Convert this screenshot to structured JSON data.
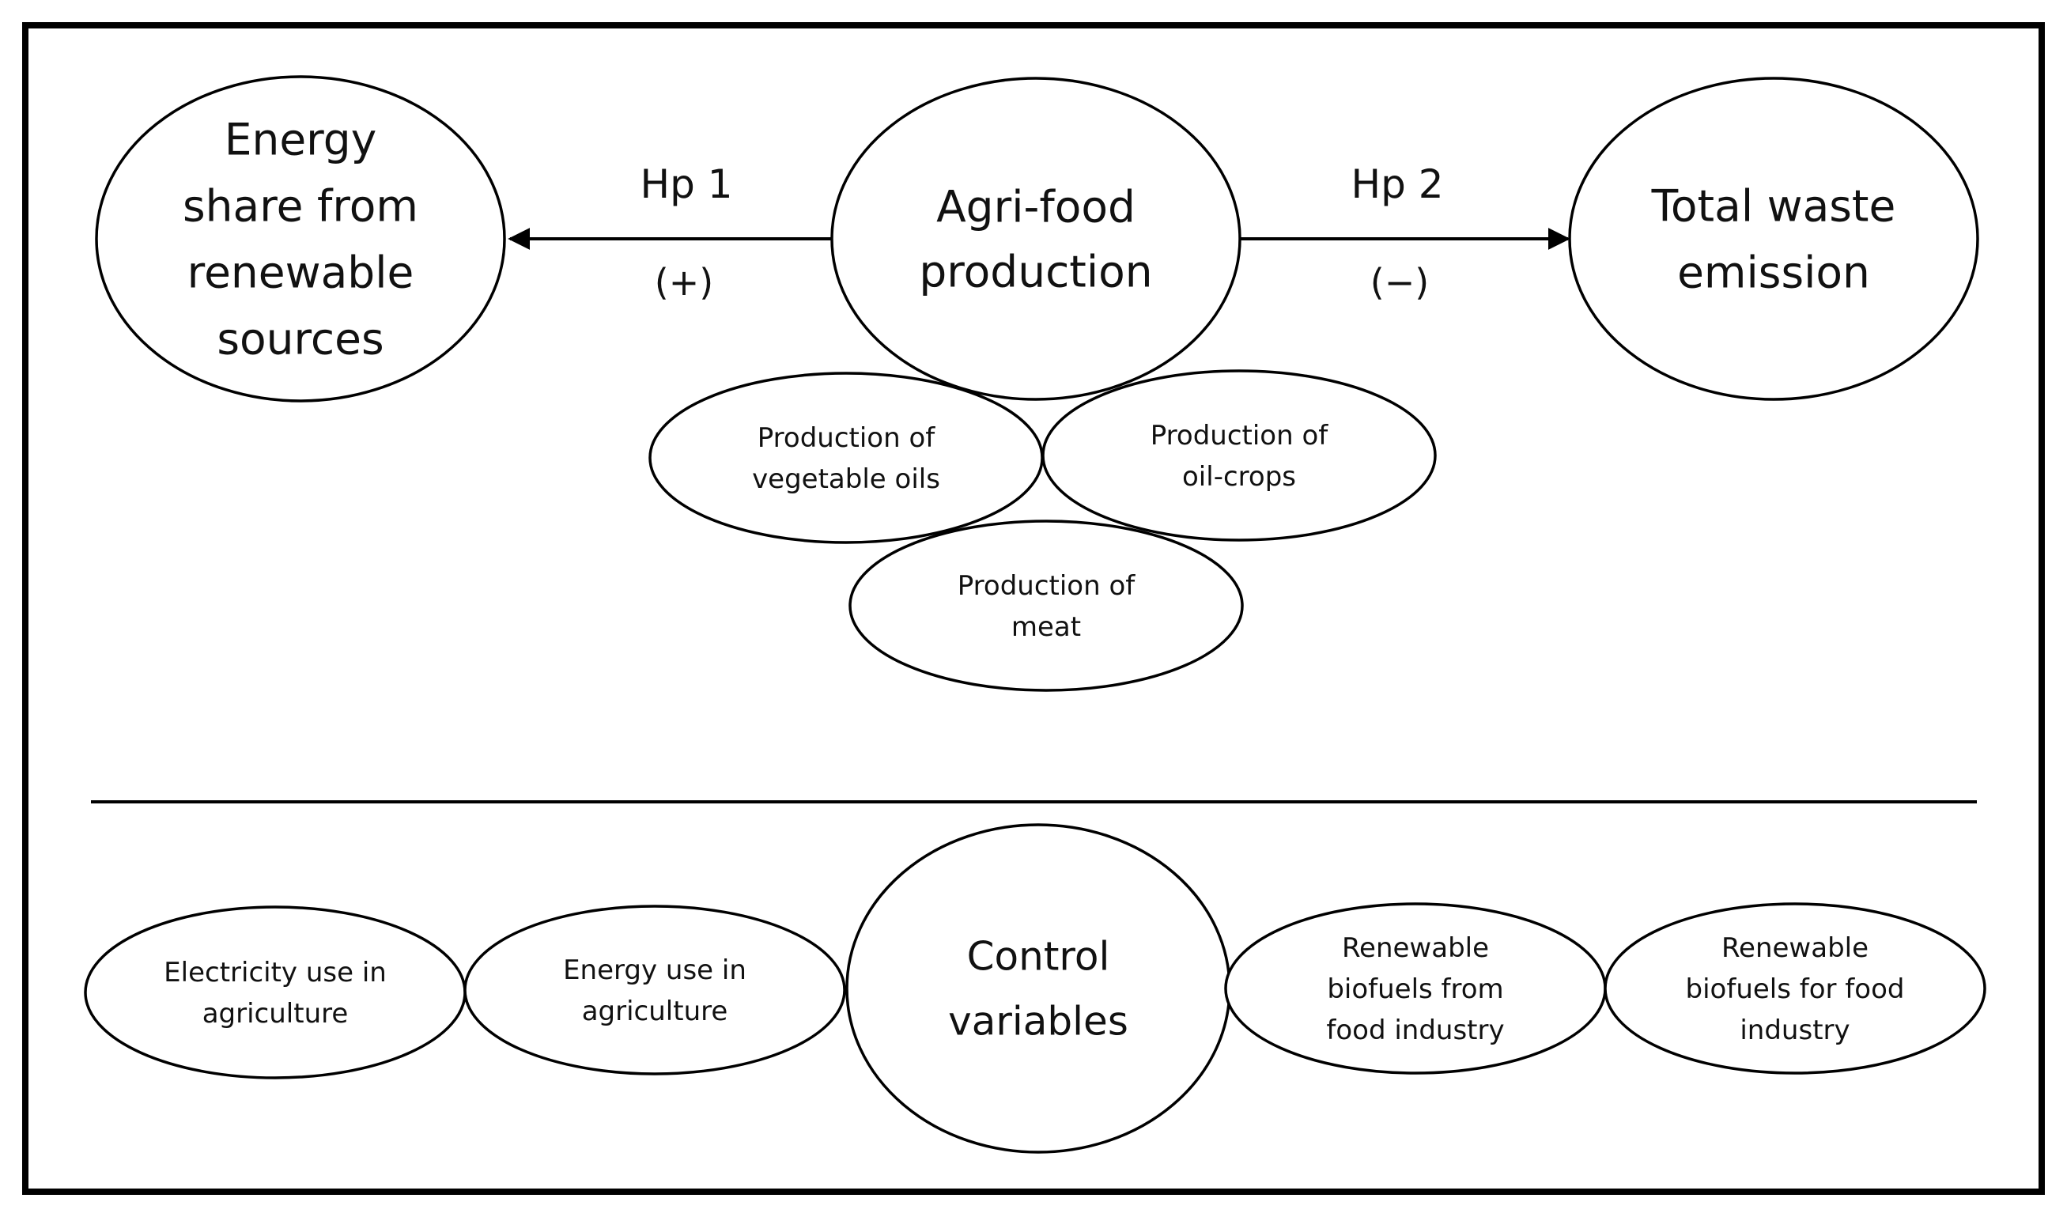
{
  "nodes": {
    "energy_share": {
      "lines": [
        "Energy",
        "share from",
        "renewable",
        "sources"
      ]
    },
    "agrifood": {
      "lines": [
        "Agri-food",
        "production"
      ]
    },
    "waste": {
      "lines": [
        "Total waste",
        "emission"
      ]
    },
    "veg_oils": {
      "lines": [
        "Production of",
        "vegetable oils"
      ]
    },
    "oil_crops": {
      "lines": [
        "Production of",
        "oil-crops"
      ]
    },
    "meat": {
      "lines": [
        "Production of",
        "meat"
      ]
    },
    "electricity": {
      "lines": [
        "Electricity use in",
        "agriculture"
      ]
    },
    "energy_use": {
      "lines": [
        "Energy use in",
        "agriculture"
      ]
    },
    "control": {
      "lines": [
        "Control",
        "variables"
      ]
    },
    "biofuels_from": {
      "lines": [
        "Renewable",
        "biofuels from",
        "food industry"
      ]
    },
    "biofuels_for": {
      "lines": [
        "Renewable",
        "biofuels for food",
        "industry"
      ]
    }
  },
  "edges": {
    "hp1": {
      "label": "Hp 1",
      "sign": "(+)"
    },
    "hp2": {
      "label": "Hp 2",
      "sign": "(−)"
    }
  }
}
